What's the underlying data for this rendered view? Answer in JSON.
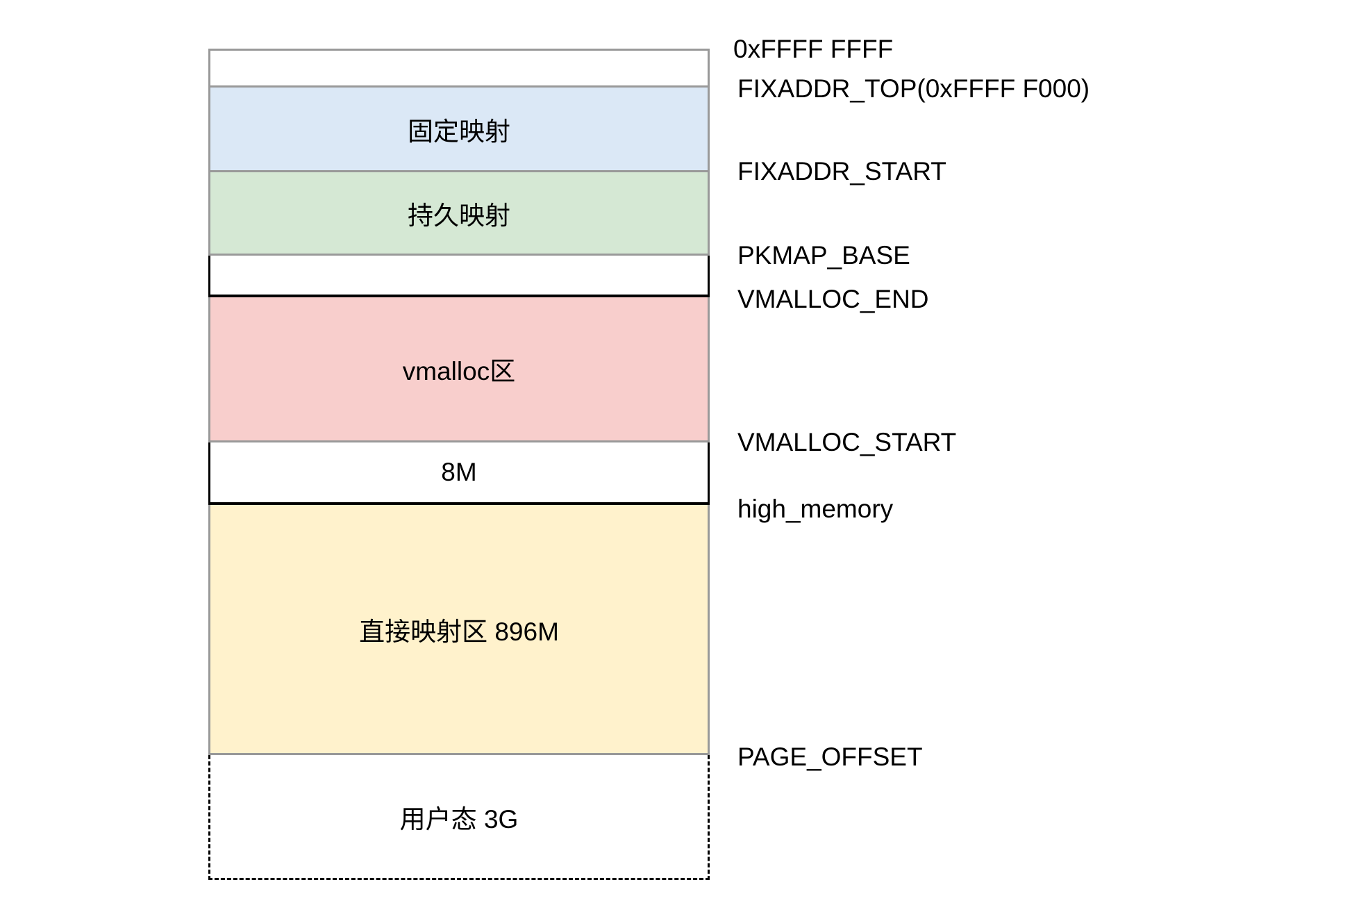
{
  "diagram": {
    "description": "Linux 32-bit kernel virtual address space layout",
    "colors": {
      "fixed_mapping_fill": "#dbe8f6",
      "persistent_mapping_fill": "#d5e8d4",
      "vmalloc_fill": "#f8cecc",
      "direct_mapping_fill": "#fff2cc",
      "box_border_gray": "#999999",
      "box_border_black": "#000000"
    },
    "regions": [
      {
        "id": "reserved-top",
        "label": ""
      },
      {
        "id": "fixed-mapping",
        "label": "固定映射"
      },
      {
        "id": "persistent-mapping",
        "label": "持久映射"
      },
      {
        "id": "gap-between-pkmap-and-vmalloc",
        "label": ""
      },
      {
        "id": "vmalloc-area",
        "label": "vmalloc区"
      },
      {
        "id": "guard-gap-8m",
        "label": "8M"
      },
      {
        "id": "direct-mapping-area",
        "label": "直接映射区 896M"
      },
      {
        "id": "user-space",
        "label": "用户态 3G"
      }
    ],
    "address_labels": [
      {
        "id": "addr-top",
        "text": "0xFFFF FFFF"
      },
      {
        "id": "fixaddr-top",
        "text": "FIXADDR_TOP(0xFFFF F000)"
      },
      {
        "id": "fixaddr-start",
        "text": "FIXADDR_START"
      },
      {
        "id": "pkmap-base",
        "text": "PKMAP_BASE"
      },
      {
        "id": "vmalloc-end",
        "text": "VMALLOC_END"
      },
      {
        "id": "vmalloc-start",
        "text": "VMALLOC_START"
      },
      {
        "id": "high-memory",
        "text": "high_memory"
      },
      {
        "id": "page-offset",
        "text": "PAGE_OFFSET"
      }
    ]
  }
}
